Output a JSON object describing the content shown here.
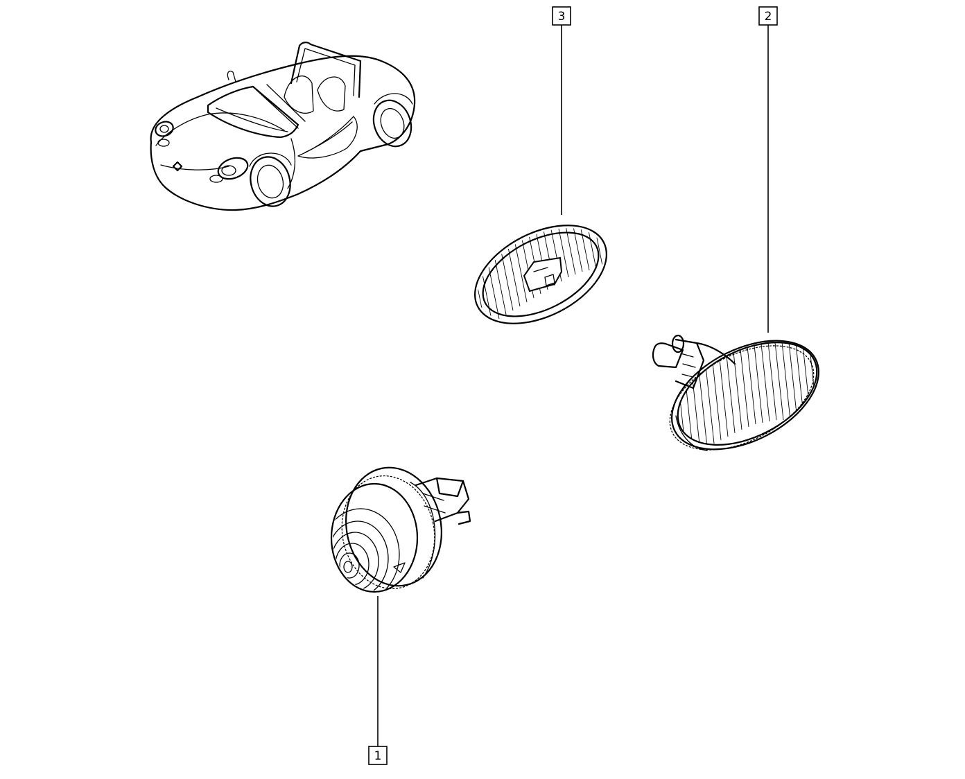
{
  "callouts": [
    {
      "id": "1",
      "label": "1"
    },
    {
      "id": "2",
      "label": "2"
    },
    {
      "id": "3",
      "label": "3"
    }
  ],
  "parts": [
    {
      "callout": "1",
      "icon": "round-side-repeater-lamp-icon"
    },
    {
      "callout": "2",
      "icon": "oval-side-repeater-lamp-icon"
    },
    {
      "callout": "3",
      "icon": "repeater-lamp-gasket-icon"
    }
  ],
  "vehicle_icon": "roadster-car-icon",
  "colors": {
    "line": "#000000",
    "background": "#ffffff"
  }
}
